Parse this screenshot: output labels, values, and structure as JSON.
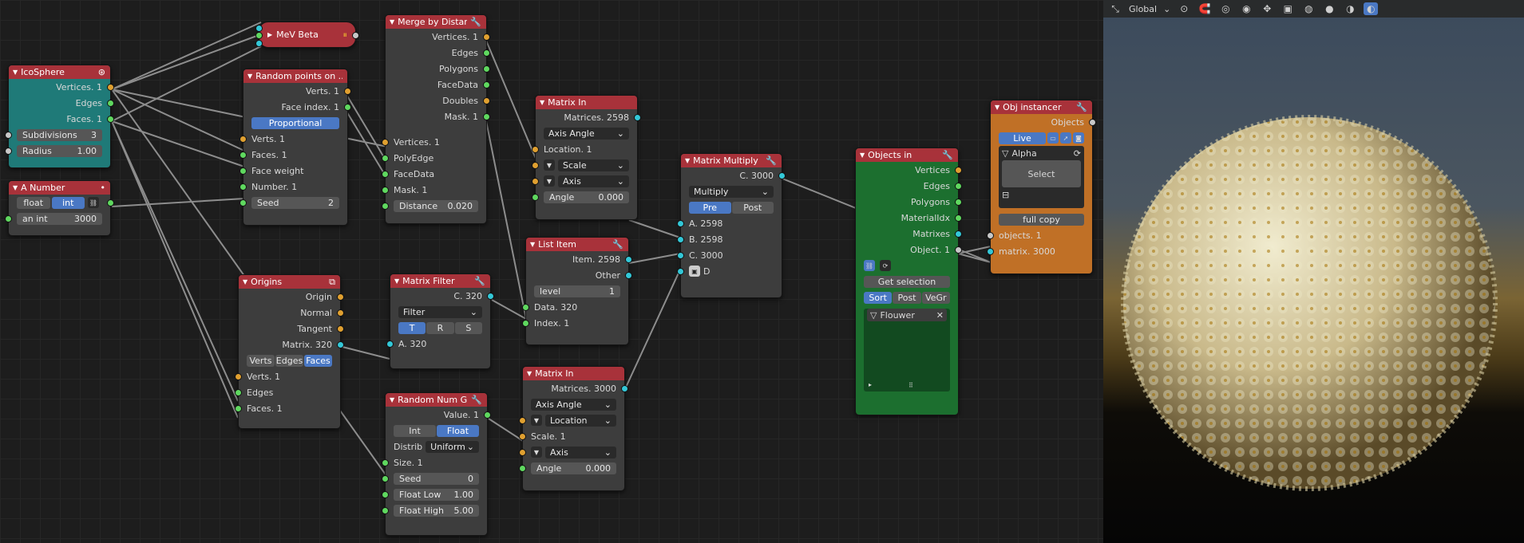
{
  "viewport": {
    "orientation": "Global",
    "object_name_icon": "sphere-with-flowers"
  },
  "nodes": {
    "icosphere": {
      "title": "IcoSphere",
      "outputs": [
        "Vertices. 1",
        "Edges",
        "Faces. 1"
      ],
      "subdivisions_label": "Subdivisions",
      "subdivisions": "3",
      "radius_label": "Radius",
      "radius": "1.00"
    },
    "anumber": {
      "title": "A Number",
      "mode_float": "float",
      "mode_int": "int",
      "int_label": "an int",
      "int_value": "3000"
    },
    "mev": {
      "title": "MeV Beta"
    },
    "randpts": {
      "title": "Random points on ...",
      "out1": "Verts. 1",
      "out2": "Face index. 1",
      "mode": "Proportional",
      "inputs": [
        "Verts. 1",
        "Faces. 1",
        "Face weight",
        "Number. 1"
      ],
      "seed_label": "Seed",
      "seed": "2"
    },
    "merge": {
      "title": "Merge by Distan...",
      "outputs": [
        "Vertices. 1",
        "Edges",
        "Polygons",
        "FaceData",
        "Doubles",
        "Mask. 1"
      ],
      "inputs": [
        "Vertices. 1",
        "PolyEdge",
        "FaceData",
        "Mask. 1"
      ],
      "dist_label": "Distance",
      "dist": "0.020"
    },
    "matrixin1": {
      "title": "Matrix In",
      "out": "Matrices. 2598",
      "mode": "Axis Angle",
      "loc": "Location. 1",
      "scale": "Scale",
      "axis": "Axis",
      "angle_label": "Angle",
      "angle": "0.000"
    },
    "listitem": {
      "title": "List Item",
      "out1": "Item. 2598",
      "out2": "Other",
      "level_label": "level",
      "level": "1",
      "in1": "Data. 320",
      "in2": "Index. 1"
    },
    "matmul": {
      "title": "Matrix Multiply",
      "out": "C. 3000",
      "op": "Multiply",
      "pre": "Pre",
      "post": "Post",
      "inputs": [
        "A. 2598",
        "B. 2598",
        "C. 3000",
        "D"
      ]
    },
    "origins": {
      "title": "Origins",
      "outputs": [
        "Origin",
        "Normal",
        "Tangent",
        "Matrix. 320"
      ],
      "modes": [
        "Verts",
        "Edges",
        "Faces"
      ],
      "inputs": [
        "Verts. 1",
        "Edges",
        "Faces. 1"
      ]
    },
    "matfilter": {
      "title": "Matrix Filter",
      "out": "C. 320",
      "mode": "Filter",
      "trs": [
        "T",
        "R",
        "S"
      ],
      "in": "A. 320"
    },
    "matrixin2": {
      "title": "Matrix In",
      "out": "Matrices. 3000",
      "mode": "Axis Angle",
      "loc": "Location",
      "scale": "Scale. 1",
      "axis": "Axis",
      "angle_label": "Angle",
      "angle": "0.000"
    },
    "randnum": {
      "title": "Random Num G...",
      "out": "Value. 1",
      "types": [
        "Int",
        "Float"
      ],
      "distrib_label": "Distrib",
      "distrib": "Uniform",
      "size": "Size. 1",
      "seed_label": "Seed",
      "seed": "0",
      "low_label": "Float Low",
      "low": "1.00",
      "high_label": "Float High",
      "high": "5.00"
    },
    "objin": {
      "title": "Objects in",
      "outputs": [
        "Vertices",
        "Edges",
        "Polygons",
        "MaterialIdx",
        "Matrixes",
        "Object. 1"
      ],
      "get": "Get selection",
      "sorts": [
        "Sort",
        "Post",
        "VeGr"
      ],
      "item": "Flouwer"
    },
    "objinst": {
      "title": "Obj instancer",
      "out": "Objects",
      "live": "Live",
      "mat": "Alpha",
      "select": "Select",
      "copy": "full copy",
      "in1": "objects. 1",
      "in2": "matrix. 3000"
    }
  }
}
